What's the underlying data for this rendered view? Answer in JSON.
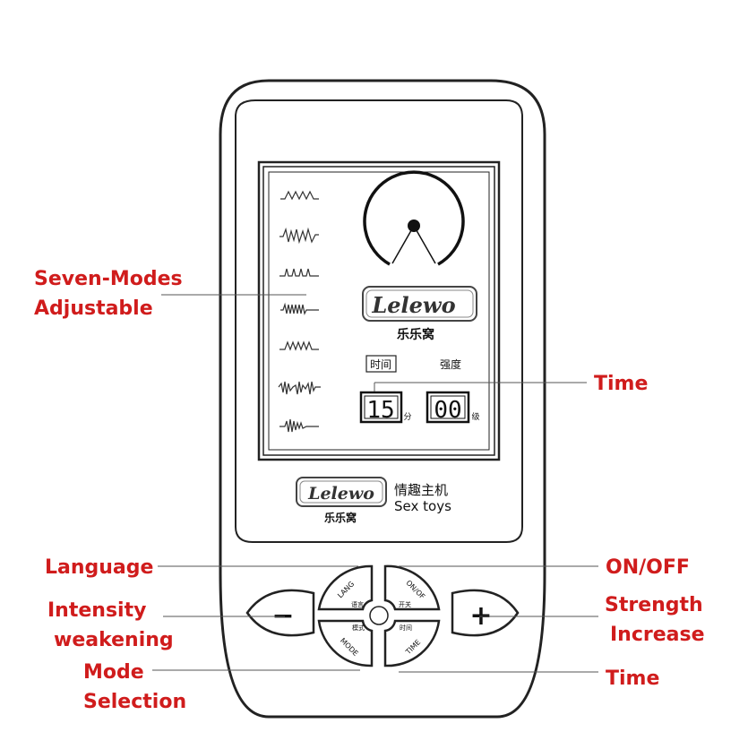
{
  "labels": {
    "seven_modes_line1": "Seven-Modes",
    "seven_modes_line2": "Adjustable",
    "time_right": "Time",
    "language": "Language",
    "intensity_line1": "Intensity",
    "intensity_line2": "weakening",
    "mode_line1": "Mode",
    "mode_line2": "Selection",
    "on_off": "ON/OFF",
    "strength_line1": "Strength",
    "strength_line2": "Increase",
    "time_bottom": "Time"
  },
  "screen": {
    "logo_text": "Lelewo",
    "logo_cn": "乐乐窝",
    "time_label": "时间",
    "strength_label": "强度",
    "time_value": "15",
    "time_unit": "分",
    "level_value": "00",
    "level_unit": "级"
  },
  "brand": {
    "logo_text": "Lelewo",
    "logo_cn": "乐乐窝",
    "product_cn": "情趣主机",
    "product_en": "Sex toys"
  },
  "buttons": {
    "minus": "−",
    "plus": "+",
    "lang": "LANG",
    "lang_cn": "语言",
    "onoff": "ON/OF",
    "onoff_cn": "开关",
    "mode": "MODE",
    "mode_cn": "模式",
    "time": "TIME",
    "time_cn": "时间"
  },
  "colors": {
    "label": "#d01c1c",
    "outline": "#222222"
  }
}
